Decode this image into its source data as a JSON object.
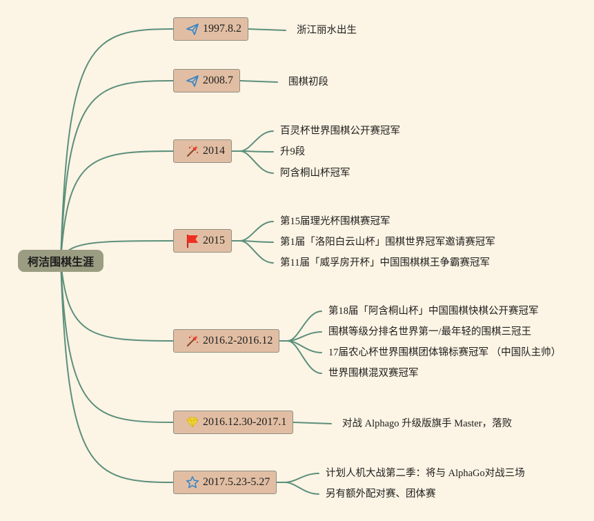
{
  "root": {
    "label": "柯洁围棋生涯"
  },
  "branches": [
    {
      "label": "1997.8.2",
      "icon": "paper-plane-icon",
      "children": [
        "浙江丽水出生"
      ]
    },
    {
      "label": "2008.7",
      "icon": "paper-plane-icon",
      "children": [
        "围棋初段"
      ]
    },
    {
      "label": "2014",
      "icon": "magic-wand-icon",
      "children": [
        "百灵杯世界围棋公开赛冠军",
        "升9段",
        "阿含桐山杯冠军"
      ]
    },
    {
      "label": "2015",
      "icon": "red-flag-icon",
      "children": [
        "第15届理光杯围棋赛冠军",
        "第1届「洛阳白云山杯」围棋世界冠军邀请赛冠军",
        "第11届「威孚房开杯」中国围棋棋王争霸赛冠军"
      ]
    },
    {
      "label": "2016.2-2016.12",
      "icon": "magic-wand-icon",
      "children": [
        "第18届「阿含桐山杯」中国围棋快棋公开赛冠军",
        "围棋等级分排名世界第一/最年轻的围棋三冠王",
        "17届农心杯世界围棋团体锦标赛冠军 （中国队主帅）",
        "世界围棋混双赛冠军"
      ]
    },
    {
      "label": "2016.12.30-2017.1",
      "icon": "diamond-icon",
      "children": [
        "对战 Alphago 升级版旗手 Master，落败"
      ]
    },
    {
      "label": "2017.5.23-5.27",
      "icon": "star-icon",
      "children": [
        "计划人机大战第二季：将与 AlphaGo对战三场",
        "另有额外配对赛、团体赛"
      ]
    }
  ],
  "colors": {
    "line": "#5b8f7c",
    "node": "#e1bea3",
    "root": "#9b9d82",
    "background": "#fcf4e4"
  }
}
